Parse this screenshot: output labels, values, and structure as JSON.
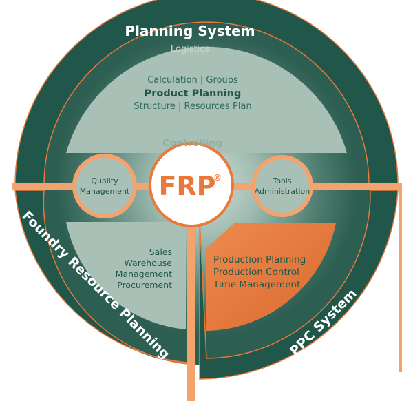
{
  "center": {
    "label": "FRP",
    "mark": "®"
  },
  "planning_system": {
    "title": "Planning System",
    "logistics": "Logistics",
    "calc_line": "Calculation | Groups",
    "headline": "Product Planning",
    "structure_line": "Structure | Resources Plan",
    "controlling": "Controlling"
  },
  "quality": {
    "line1": "Quality",
    "line2": "Management"
  },
  "tools": {
    "line1": "Tools",
    "line2": "Administration"
  },
  "foundry": {
    "title": "Foundry Resource Planning",
    "items": [
      "Sales",
      "Warehouse",
      "Management",
      "Procurement"
    ]
  },
  "ppc": {
    "title": "PPC System",
    "items": [
      "Production Planning",
      "Production Control",
      "Time Management"
    ]
  },
  "colors": {
    "dark_green": "#21574a",
    "mid_green": "#5e8a7c",
    "light_green": "#a9c0b6",
    "orange": "#e9783b",
    "separator": "#f4a36e"
  }
}
